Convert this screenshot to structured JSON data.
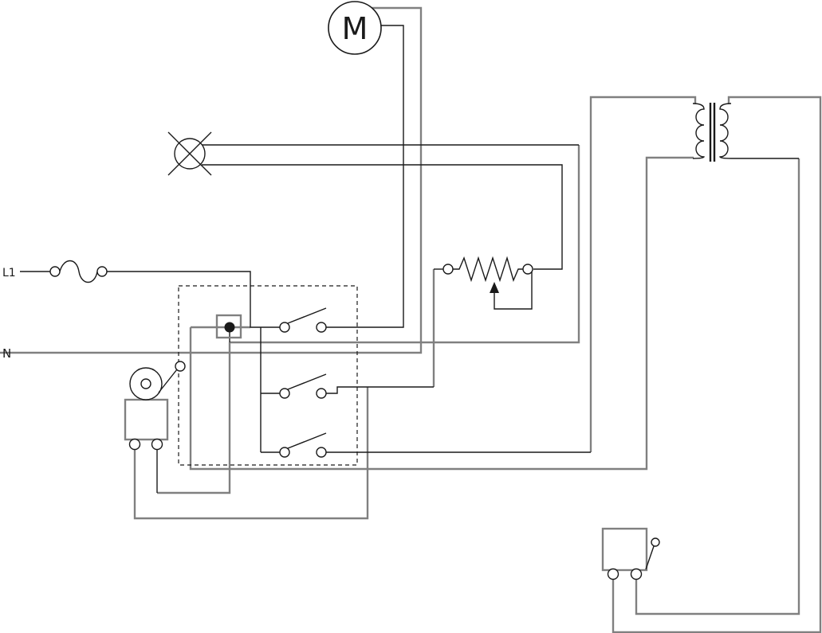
{
  "diagram": {
    "type": "electrical-schematic",
    "labels": {
      "motor": "M",
      "line_terminal": "L1",
      "neutral_terminal": "N"
    },
    "colors": {
      "background": "#ffffff",
      "line_black": "#1a1a1a",
      "line_gray": "#808080"
    },
    "components": [
      {
        "name": "motor",
        "label": "M"
      },
      {
        "name": "indicator-lamp"
      },
      {
        "name": "fuse-breaker",
        "terminal": "L1"
      },
      {
        "name": "neutral-line",
        "terminal": "N"
      },
      {
        "name": "junction-box-with-node"
      },
      {
        "name": "control-unit-enclosure-dashed"
      },
      {
        "name": "switch-1"
      },
      {
        "name": "switch-2"
      },
      {
        "name": "switch-3"
      },
      {
        "name": "rheostat-with-wiper"
      },
      {
        "name": "transformer"
      },
      {
        "name": "bell-with-gong"
      },
      {
        "name": "auxiliary-contact-device"
      }
    ]
  }
}
